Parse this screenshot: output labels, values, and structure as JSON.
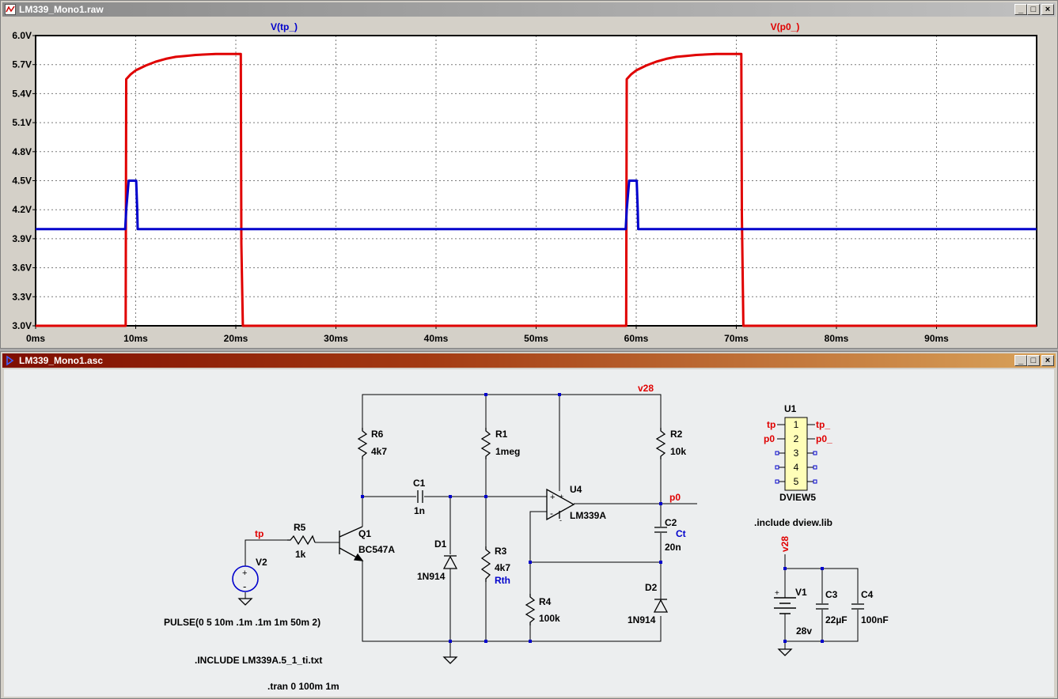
{
  "waveform_window": {
    "title": "LM339_Mono1.raw",
    "min_glyph": "_",
    "max_glyph": "□",
    "close_glyph": "×"
  },
  "schematic_window": {
    "title": "LM339_Mono1.asc",
    "min_glyph": "_",
    "max_glyph": "□",
    "close_glyph": "×"
  },
  "colors": {
    "trace_tp": "#0000cc",
    "trace_p0": "#e00000",
    "net_label": "#e00000",
    "blue_label": "#0000cc",
    "plot_bg": "#ffffff",
    "schematic_bg": "#eceeef"
  },
  "chart_data": {
    "type": "line",
    "x_unit": "ms",
    "xlim": [
      0,
      100
    ],
    "ylim": [
      3.0,
      6.0
    ],
    "x_ticks": [
      0,
      10,
      20,
      30,
      40,
      50,
      60,
      70,
      80,
      90
    ],
    "x_tick_labels": [
      "0ms",
      "10ms",
      "20ms",
      "30ms",
      "40ms",
      "50ms",
      "60ms",
      "70ms",
      "80ms",
      "90ms"
    ],
    "y_ticks": [
      3.0,
      3.3,
      3.6,
      3.9,
      4.2,
      4.5,
      4.8,
      5.1,
      5.4,
      5.7,
      6.0
    ],
    "y_tick_labels": [
      "3.0V",
      "3.3V",
      "3.6V",
      "3.9V",
      "4.2V",
      "4.5V",
      "4.8V",
      "5.1V",
      "5.4V",
      "5.7V",
      "6.0V"
    ],
    "grid": true,
    "series": [
      {
        "name": "V(tp_)",
        "x": [
          0,
          8.95,
          9.05,
          9.3,
          10.05,
          10.15,
          10.2,
          58.95,
          59.05,
          59.3,
          60.05,
          60.15,
          60.2,
          100
        ],
        "y": [
          4.0,
          4.0,
          4.2,
          4.5,
          4.5,
          4.2,
          4.0,
          4.0,
          4.2,
          4.5,
          4.5,
          4.2,
          4.0,
          4.0
        ]
      },
      {
        "name": "V(p0_)",
        "x": [
          0,
          9.0,
          9.05,
          9.5,
          10.0,
          11.0,
          12.0,
          13.0,
          14.0,
          15.0,
          16.0,
          18.0,
          20.5,
          20.55,
          20.7,
          58.95,
          59.0,
          59.05,
          59.5,
          60.0,
          61.0,
          62.0,
          63.0,
          64.0,
          65.0,
          66.0,
          68.0,
          70.5,
          70.55,
          70.7,
          100
        ],
        "y": [
          3.0,
          3.0,
          5.55,
          5.6,
          5.64,
          5.69,
          5.73,
          5.76,
          5.78,
          5.79,
          5.8,
          5.81,
          5.81,
          3.85,
          3.0,
          3.0,
          3.0,
          5.55,
          5.6,
          5.64,
          5.69,
          5.73,
          5.76,
          5.78,
          5.79,
          5.8,
          5.81,
          5.81,
          4.15,
          3.0,
          3.0
        ]
      }
    ]
  },
  "schematic": {
    "net_v28": "v28",
    "net_tp": "tp",
    "net_p0": "p0",
    "r6": {
      "ref": "R6",
      "value": "4k7"
    },
    "r1": {
      "ref": "R1",
      "value": "1meg"
    },
    "r2": {
      "ref": "R2",
      "value": "10k"
    },
    "r3": {
      "ref": "R3",
      "value": "4k7",
      "extra": "Rth"
    },
    "r4": {
      "ref": "R4",
      "value": "100k"
    },
    "r5": {
      "ref": "R5",
      "value": "1k"
    },
    "c1": {
      "ref": "C1",
      "value": "1n"
    },
    "c2": {
      "ref": "C2",
      "value": "20n",
      "extra": "Ct"
    },
    "c3": {
      "ref": "C3",
      "value": "22µF"
    },
    "c4": {
      "ref": "C4",
      "value": "100nF"
    },
    "d1": {
      "ref": "D1",
      "value": "1N914"
    },
    "d2": {
      "ref": "D2",
      "value": "1N914"
    },
    "q1": {
      "ref": "Q1",
      "value": "BC547A"
    },
    "u4": {
      "ref": "U4",
      "value": "LM339A"
    },
    "v1": {
      "ref": "V1",
      "value": "28v"
    },
    "v2": {
      "ref": "V2",
      "value": "PULSE(0 5 10m .1m .1m 1m 50m 2)"
    },
    "u1": {
      "ref": "U1",
      "value": "DVIEW5",
      "pins": [
        "1",
        "2",
        "3",
        "4",
        "5"
      ],
      "left_nets": [
        "tp",
        "p0"
      ],
      "right_nets": [
        "tp_",
        "p0_"
      ]
    },
    "plus_sign": "+",
    "minus_sign": "-",
    "directives": [
      ".include dview.lib",
      ".INCLUDE LM339A.5_1_ti.txt",
      ".tran 0 100m 1m"
    ]
  }
}
